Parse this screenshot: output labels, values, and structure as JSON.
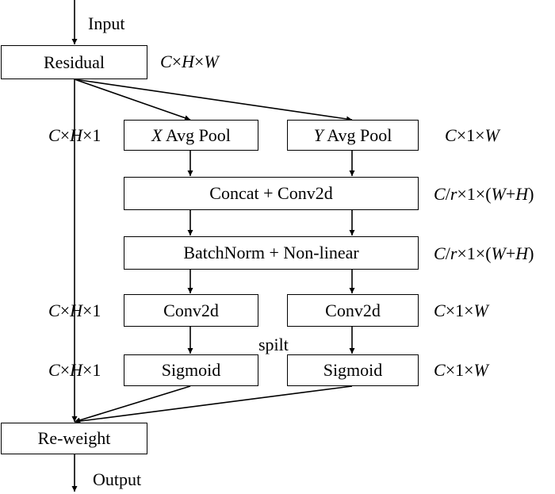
{
  "flow": {
    "input": "Input",
    "output": "Output",
    "split": "spilt"
  },
  "boxes": {
    "residual": "Residual",
    "x_pool_var": "X",
    "x_pool_text": " Avg Pool",
    "y_pool_var": "Y",
    "y_pool_text": " Avg Pool",
    "concat": "Concat + Conv2d",
    "batchnorm": "BatchNorm + Non-linear",
    "conv_left": "Conv2d",
    "conv_right": "Conv2d",
    "sigmoid_left": "Sigmoid",
    "sigmoid_right": "Sigmoid",
    "reweight": "Re-weight"
  },
  "dims": {
    "residual": {
      "c": "C",
      "x1": "×",
      "h": "H",
      "x2": "×",
      "w": "W"
    },
    "left_pool": {
      "c": "C",
      "x1": "×",
      "h": "H",
      "rest": "×1"
    },
    "right_pool": {
      "c": "C",
      "mid": "×1×",
      "w": "W"
    },
    "concat": {
      "c": "C",
      "slash": "/",
      "r": "r",
      "mid": "×1×(",
      "w": "W",
      "plus": "+",
      "h": "H",
      "close": ")"
    },
    "batchnorm": {
      "c": "C",
      "slash": "/",
      "r": "r",
      "mid": "×1×(",
      "w": "W",
      "plus": "+",
      "h": "H",
      "close": ")"
    },
    "left_conv": {
      "c": "C",
      "x1": "×",
      "h": "H",
      "rest": "×1"
    },
    "right_conv": {
      "c": "C",
      "mid": "×1×",
      "w": "W"
    },
    "left_sigmoid": {
      "c": "C",
      "x1": "×",
      "h": "H",
      "rest": "×1"
    },
    "right_sigmoid": {
      "c": "C",
      "mid": "×1×",
      "w": "W"
    }
  }
}
